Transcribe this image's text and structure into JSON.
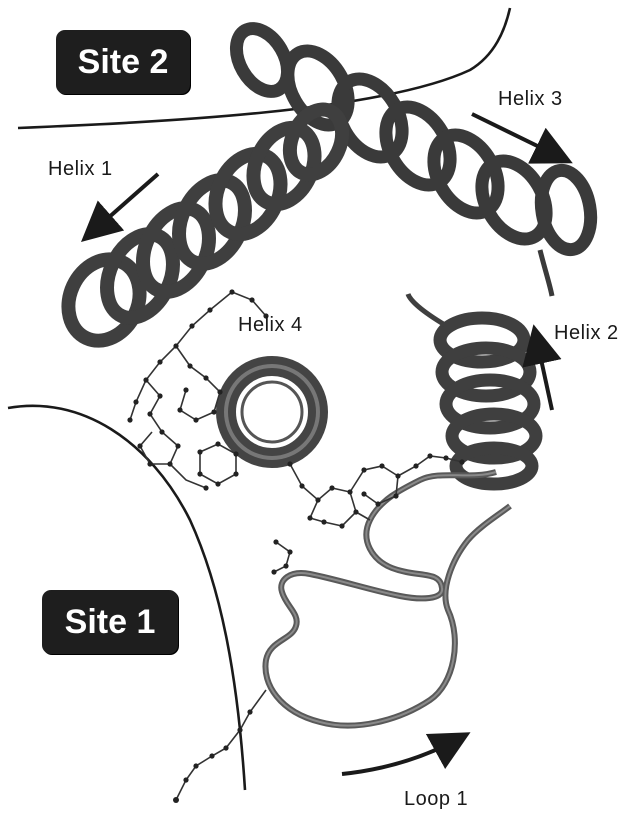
{
  "sites": {
    "site2": "Site 2",
    "site1": "Site 1"
  },
  "helices": {
    "helix1": "Helix 1",
    "helix2": "Helix 2",
    "helix3": "Helix 3",
    "helix4": "Helix 4"
  },
  "loops": {
    "loop1": "Loop 1"
  }
}
